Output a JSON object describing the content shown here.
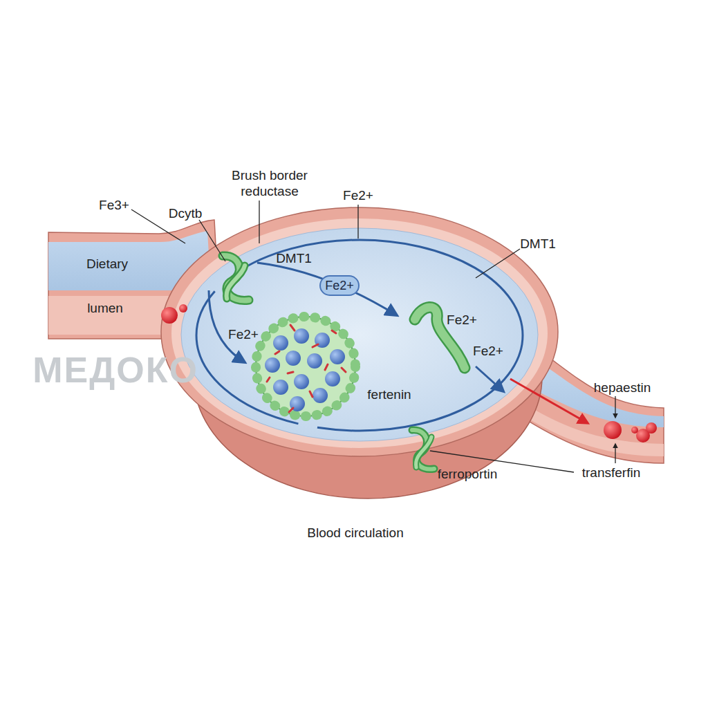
{
  "diagram": {
    "nodes": [
      {
        "text": [
          "Fe2+"
        ]
      }
    ],
    "labels": [
      "Brush border reductase",
      "Fe3+",
      "Dcytb",
      "Fe2+",
      "DMT1",
      "Dietary",
      "lumen",
      "DMT1",
      "Fe2+",
      "Fe2+",
      "Fe2+",
      "МЕДОКО",
      "fertenin",
      "hepaestin",
      "ferroportin",
      "transferfin",
      "Blood circulation"
    ]
  }
}
